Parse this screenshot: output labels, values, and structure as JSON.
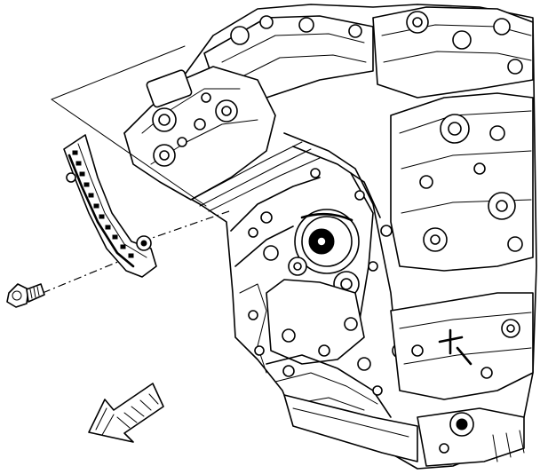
{
  "diagram": {
    "parts": {
      "engine_block": "engine-block",
      "timing_chain_guide": "timing-chain-guide",
      "guide_bolt": "guide-bolt",
      "direction_arrow": "front-of-vehicle-arrow"
    },
    "colors": {
      "line": "#000000",
      "background": "#ffffff"
    }
  }
}
